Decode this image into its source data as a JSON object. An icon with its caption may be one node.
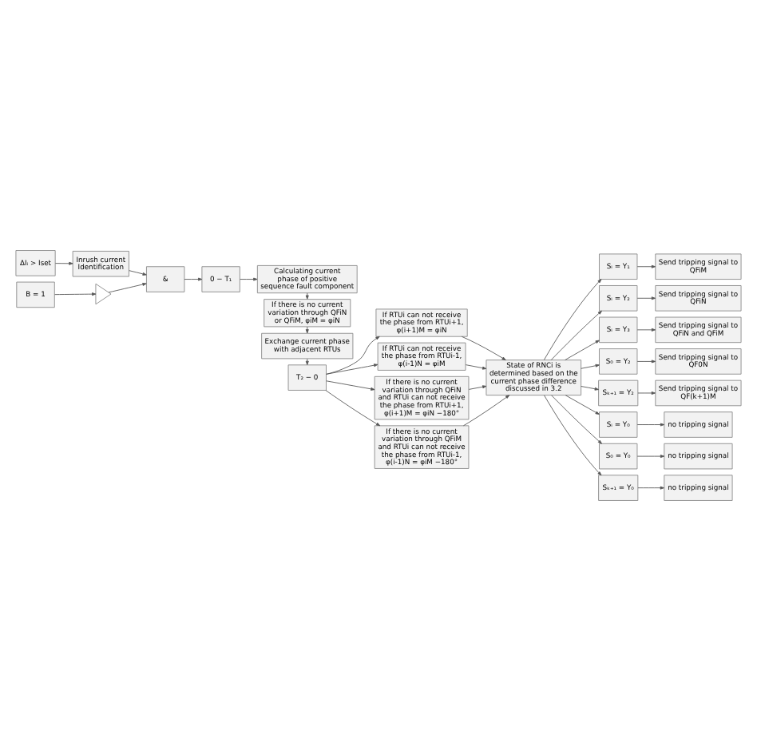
{
  "diagram": {
    "nodes": [
      {
        "text": [
          "ΔIᵢ > Iset"
        ]
      },
      {
        "text": [
          "Inrush current Identification"
        ]
      },
      {
        "text": [
          "B = 1"
        ]
      },
      {
        "text": [],
        "shape": "triangle"
      },
      {
        "text": [
          "&"
        ]
      },
      {
        "text": [
          "0 − T₁"
        ]
      },
      {
        "text": [
          "Calculating current phase of positive sequence fault component"
        ]
      },
      {
        "text": [
          "If there is no current variation through QFiN or QFiM, φiM = φiN"
        ]
      },
      {
        "text": [
          "Exchange current phase with adjacent RTUs"
        ]
      },
      {
        "text": [
          "T₂ − 0"
        ]
      },
      {
        "text": [
          "If RTUi can not receive the phase from RTUi+1, φ(i+1)M = φiN"
        ]
      },
      {
        "text": [
          "If RTUi can not receive the phase from RTUi-1, φ(i-1)N = φiM"
        ]
      },
      {
        "text": [
          "If there is no current variation through QFiN and RTUi can not receive the phase from RTUi+1, φ(i+1)M = φiN −180°"
        ]
      },
      {
        "text": [
          "If there is no current variation through QFiM and RTUi can not receive the phase from RTUi-1, φ(i-1)N = φiM −180°"
        ]
      },
      {
        "text": [
          "State of RNCi is determined based on the current phase difference discussed in 3.2"
        ]
      },
      {
        "text": [
          "Sᵢ = Y₁"
        ]
      },
      {
        "text": [
          "Sᵢ = Y₂"
        ]
      },
      {
        "text": [
          "Sᵢ = Y₃"
        ]
      },
      {
        "text": [
          "S₀ = Y₂"
        ]
      },
      {
        "text": [
          "Sₖ₊₁ = Y₂"
        ]
      },
      {
        "text": [
          "Sᵢ = Y₀"
        ]
      },
      {
        "text": [
          "S₀ = Y₀"
        ]
      },
      {
        "text": [
          "Sₖ₊₁ = Y₀"
        ]
      },
      {
        "text": [
          "Send tripping signal to QFiM"
        ]
      },
      {
        "text": [
          "Send tripping signal to QFiN"
        ]
      },
      {
        "text": [
          "Send tripping signal to QFiN and QFiM"
        ]
      },
      {
        "text": [
          "Send tripping signal to QF0N"
        ]
      },
      {
        "text": [
          "Send tripping signal to QF(k+1)M"
        ]
      },
      {
        "text": [
          "no tripping signal"
        ]
      },
      {
        "text": [
          "no tripping signal"
        ]
      },
      {
        "text": [
          "no tripping signal"
        ]
      }
    ],
    "edges": [
      {
        "from": 0,
        "to": 1,
        "arrow": "to"
      },
      {
        "from": 1,
        "to": 4,
        "arrow": "to"
      },
      {
        "from": 2,
        "to": 3,
        "arrow": "to"
      },
      {
        "from": 3,
        "to": 4,
        "arrow": "to"
      },
      {
        "from": 4,
        "to": 5,
        "arrow": "to"
      },
      {
        "from": 5,
        "to": 6,
        "arrow": "to"
      },
      {
        "from": 6,
        "to": 7,
        "arrow": "to"
      },
      {
        "from": 7,
        "to": 8,
        "arrow": "to"
      },
      {
        "from": 8,
        "to": 9,
        "arrow": "to"
      },
      {
        "from": 9,
        "to": 10,
        "arrow": "to"
      },
      {
        "from": 9,
        "to": 11,
        "arrow": "to"
      },
      {
        "from": 9,
        "to": 12,
        "arrow": "to"
      },
      {
        "from": 9,
        "to": 13,
        "arrow": "to"
      },
      {
        "from": 10,
        "to": 14,
        "arrow": "to"
      },
      {
        "from": 11,
        "to": 14,
        "arrow": "to"
      },
      {
        "from": 12,
        "to": 14,
        "arrow": "to"
      },
      {
        "from": 13,
        "to": 14,
        "arrow": "to"
      },
      {
        "from": 14,
        "to": 15,
        "arrow": "to"
      },
      {
        "from": 14,
        "to": 16,
        "arrow": "to"
      },
      {
        "from": 14,
        "to": 17,
        "arrow": "to"
      },
      {
        "from": 14,
        "to": 18,
        "arrow": "to"
      },
      {
        "from": 14,
        "to": 19,
        "arrow": "to"
      },
      {
        "from": 14,
        "to": 20,
        "arrow": "to"
      },
      {
        "from": 14,
        "to": 21,
        "arrow": "to"
      },
      {
        "from": 14,
        "to": 22,
        "arrow": "to"
      },
      {
        "from": 15,
        "to": 23,
        "arrow": "to"
      },
      {
        "from": 16,
        "to": 24,
        "arrow": "to"
      },
      {
        "from": 17,
        "to": 25,
        "arrow": "to"
      },
      {
        "from": 18,
        "to": 26,
        "arrow": "to"
      },
      {
        "from": 19,
        "to": 27,
        "arrow": "to"
      },
      {
        "from": 20,
        "to": 28,
        "arrow": "to"
      },
      {
        "from": 21,
        "to": 29,
        "arrow": "to"
      },
      {
        "from": 22,
        "to": 30,
        "arrow": "to"
      }
    ]
  }
}
